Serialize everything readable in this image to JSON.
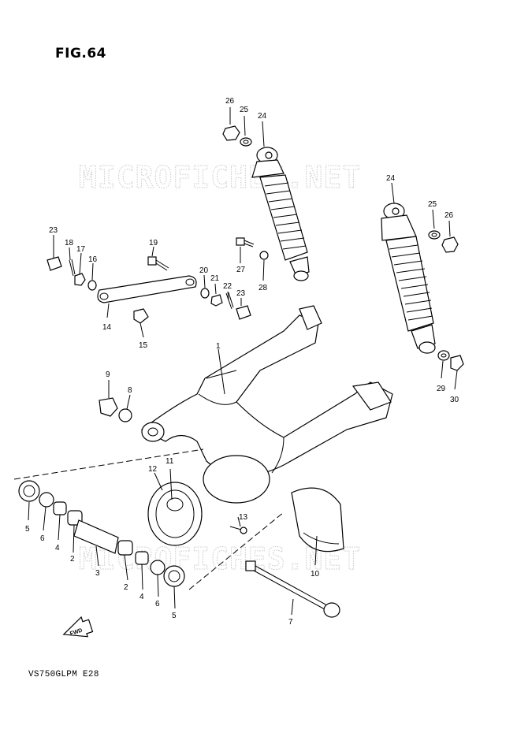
{
  "figure": {
    "title": "FIG.64",
    "model_code": "VS750GLPM  E28"
  },
  "watermarks": [
    "MICROFICHES.NET",
    "MICROFICHES.NET"
  ],
  "badges": {
    "front": "FWD"
  },
  "callouts": [
    {
      "label": "26"
    },
    {
      "label": "25"
    },
    {
      "label": "24"
    },
    {
      "label": "24"
    },
    {
      "label": "25"
    },
    {
      "label": "26"
    },
    {
      "label": "23"
    },
    {
      "label": "18"
    },
    {
      "label": "17"
    },
    {
      "label": "16"
    },
    {
      "label": "19"
    },
    {
      "label": "27"
    },
    {
      "label": "28"
    },
    {
      "label": "20"
    },
    {
      "label": "21"
    },
    {
      "label": "22"
    },
    {
      "label": "23"
    },
    {
      "label": "14"
    },
    {
      "label": "15"
    },
    {
      "label": "1"
    },
    {
      "label": "29"
    },
    {
      "label": "30"
    },
    {
      "label": "9"
    },
    {
      "label": "8"
    },
    {
      "label": "11"
    },
    {
      "label": "12"
    },
    {
      "label": "13"
    },
    {
      "label": "5"
    },
    {
      "label": "6"
    },
    {
      "label": "4"
    },
    {
      "label": "2"
    },
    {
      "label": "3"
    },
    {
      "label": "2"
    },
    {
      "label": "4"
    },
    {
      "label": "6"
    },
    {
      "label": "5"
    },
    {
      "label": "10"
    },
    {
      "label": "7"
    }
  ]
}
